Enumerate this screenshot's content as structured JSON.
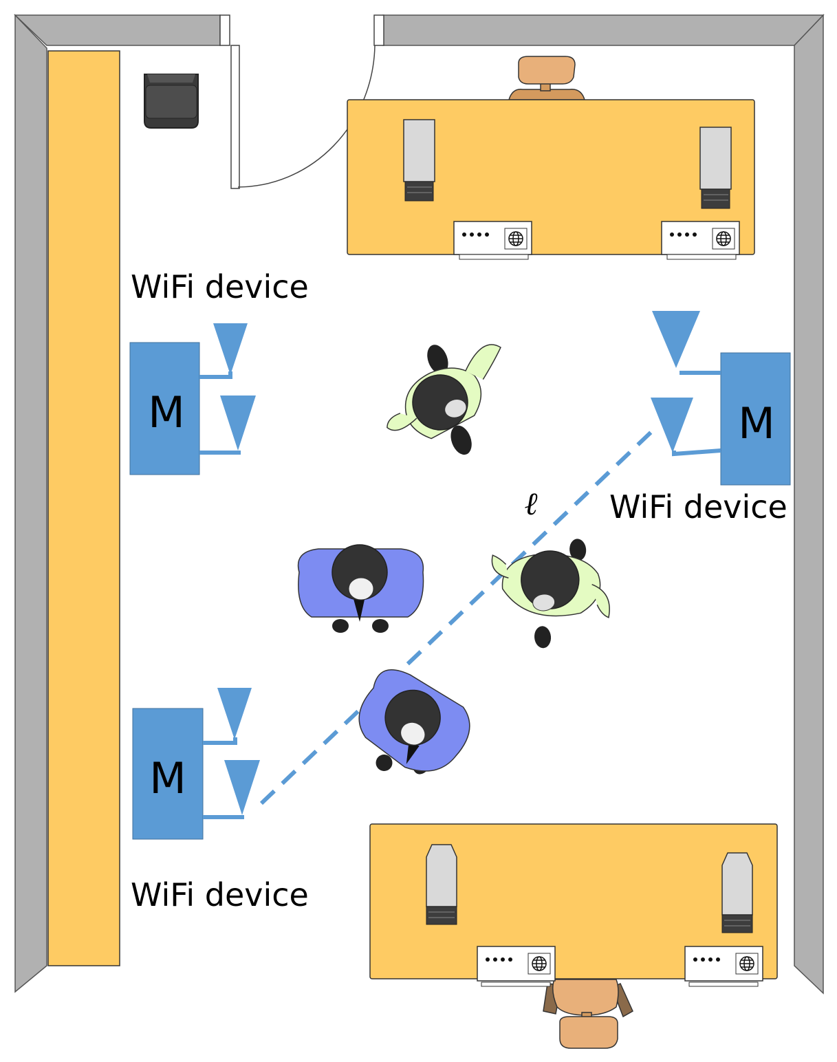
{
  "labels": {
    "device_top_left": "WiFi device",
    "device_right": "WiFi device",
    "device_bottom_left": "WiFi device"
  },
  "device_letter": "M",
  "link_symbol": "ℓ",
  "colors": {
    "wall": "#b1b1b1",
    "furniture": "#fecb63",
    "device": "#5b9bd5",
    "link": "#5b9bd5",
    "shirt_green": "#e4fbc2",
    "shirt_blue": "#7d8cf2",
    "hair": "#333333",
    "chair": "#e8b07a",
    "computer": "#d9d9d9"
  },
  "icons": [
    "desktop-computer-icon",
    "router-icon",
    "globe-icon",
    "chair-icon",
    "trash-bin-icon",
    "door-icon",
    "antenna-icon",
    "person-icon"
  ]
}
